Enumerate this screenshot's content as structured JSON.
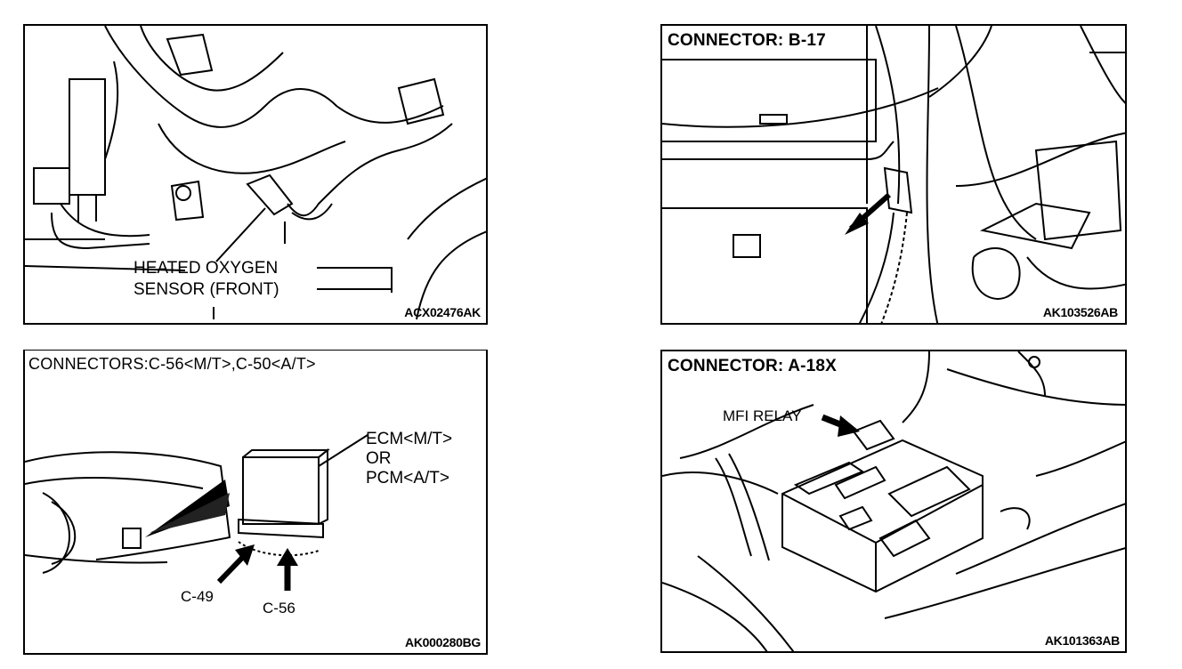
{
  "panels": {
    "top_left": {
      "label_line1": "HEATED OXYGEN",
      "label_line2": "SENSOR (FRONT)",
      "code": "ACX02476AK"
    },
    "top_right": {
      "title": "CONNECTOR: B-17",
      "code": "AK103526AB"
    },
    "bottom_left": {
      "title": "CONNECTORS:C-56<M/T>,C-50<A/T>",
      "ecm_line1": "ECM<M/T>",
      "ecm_line2": "OR",
      "ecm_line3": "PCM<A/T>",
      "callout_c49": "C-49",
      "callout_c56": "C-56",
      "code": "AK000280BG"
    },
    "bottom_right": {
      "title": "CONNECTOR: A-18X",
      "relay_label": "MFI RELAY",
      "code": "AK101363AB"
    }
  }
}
